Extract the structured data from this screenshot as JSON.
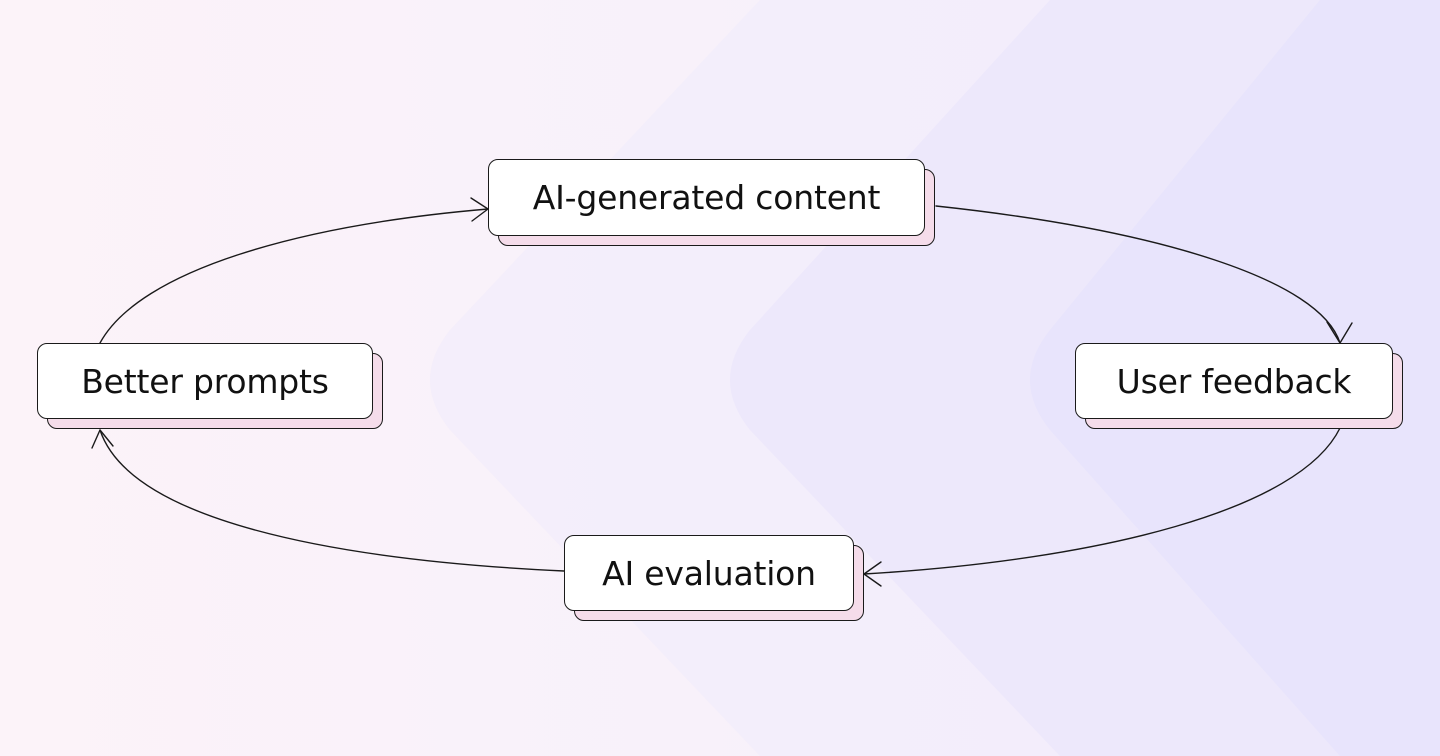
{
  "colors": {
    "background_light": "#fcf3f9",
    "background_mid": "#f3effb",
    "background_dark": "#e6e3fb",
    "shadow_fill": "#f5dcea",
    "line": "#1a1a1a"
  },
  "nodes": {
    "ai_generated_content": {
      "label": "AI-generated content"
    },
    "user_feedback": {
      "label": "User feedback"
    },
    "ai_evaluation": {
      "label": "AI evaluation"
    },
    "better_prompts": {
      "label": "Better prompts"
    }
  },
  "edges": [
    {
      "from": "ai_generated_content",
      "to": "user_feedback"
    },
    {
      "from": "user_feedback",
      "to": "ai_evaluation"
    },
    {
      "from": "ai_evaluation",
      "to": "better_prompts"
    },
    {
      "from": "better_prompts",
      "to": "ai_generated_content"
    }
  ]
}
